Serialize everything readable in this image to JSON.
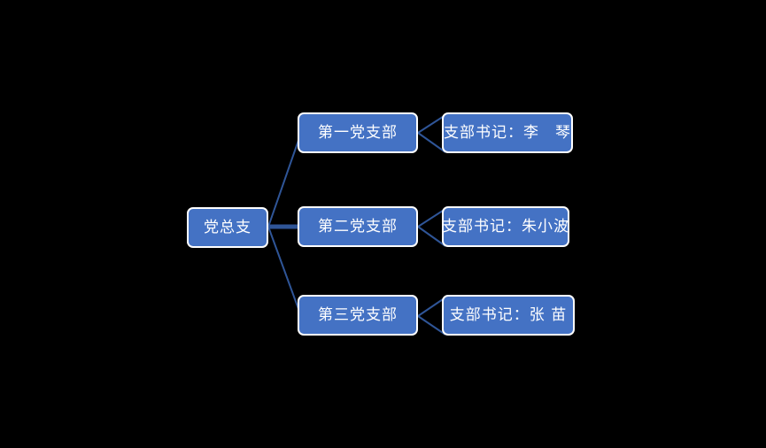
{
  "canvas": {
    "background_color": "#000000",
    "node_fill_color": "#4472C4",
    "node_border_color": "#FFFFFF",
    "connector_color": "#2F5597",
    "text_color": "#FFFFFF"
  },
  "chart_data": {
    "type": "diagram",
    "diagram_kind": "organization-tree",
    "orientation": "left-to-right",
    "title": "",
    "root": {
      "label": "党总支"
    },
    "branches": [
      {
        "label": "第一党支部",
        "leaf": "支部书记：李　琴"
      },
      {
        "label": "第二党支部",
        "leaf": "支部书记：朱小波"
      },
      {
        "label": "第三党支部",
        "leaf": "支部书记：张 苗"
      }
    ]
  },
  "nodes": {
    "root": "党总支",
    "branch_1": "第一党支部",
    "branch_2": "第二党支部",
    "branch_3": "第三党支部",
    "leaf_1": "支部书记：李　琴",
    "leaf_2": "支部书记：朱小波",
    "leaf_3": "支部书记：张 苗"
  }
}
